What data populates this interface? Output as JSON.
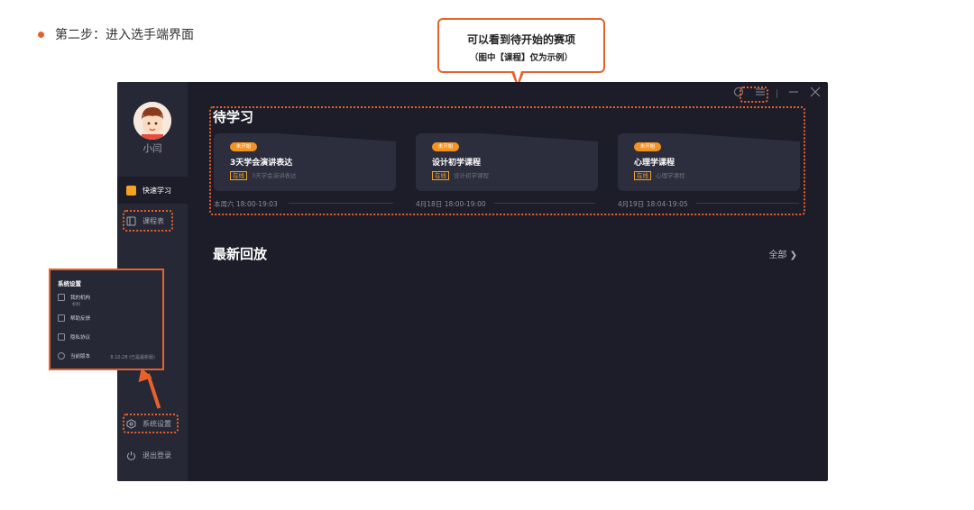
{
  "instruction": {
    "step_text": "第二步：进入选手端界面"
  },
  "callout": {
    "line1": "可以看到待开始的赛项",
    "line2": "（图中【课程】仅为示例）"
  },
  "sidebar": {
    "username": "小闫",
    "items": [
      {
        "label": "快速学习",
        "active": true
      },
      {
        "label": "课程表",
        "active": false
      },
      {
        "label": "系统设置",
        "active": false
      },
      {
        "label": "退出登录",
        "active": false
      }
    ]
  },
  "pending": {
    "title": "待学习",
    "cards": [
      {
        "badge": "未开始",
        "title": "3天学会演讲表达",
        "tag": "在线",
        "sub": "3天学会演讲表达",
        "time": "本周六 18:00-19:03"
      },
      {
        "badge": "未开始",
        "title": "设计初学课程",
        "tag": "在线",
        "sub": "设计初学课程",
        "time": "4月18日 18:00-19:00"
      },
      {
        "badge": "未开始",
        "title": "心理学课程",
        "tag": "在线",
        "sub": "心理学课程",
        "time": "4月19日 18:04-19:05"
      }
    ]
  },
  "replay": {
    "title": "最新回放",
    "all_label": "全部 ❯"
  },
  "settings_popup": {
    "title": "系统设置",
    "items": [
      {
        "label": "我的机构",
        "sub": "机构"
      },
      {
        "label": "帮助反馈"
      },
      {
        "label": "隐私协议"
      },
      {
        "label": "当前版本",
        "value": "8.10.28 (已是最新版)"
      }
    ]
  },
  "colors": {
    "accent": "#e8612c",
    "badge": "#f39322",
    "app_bg": "#1c1d29",
    "sidebar_bg": "#262836"
  }
}
